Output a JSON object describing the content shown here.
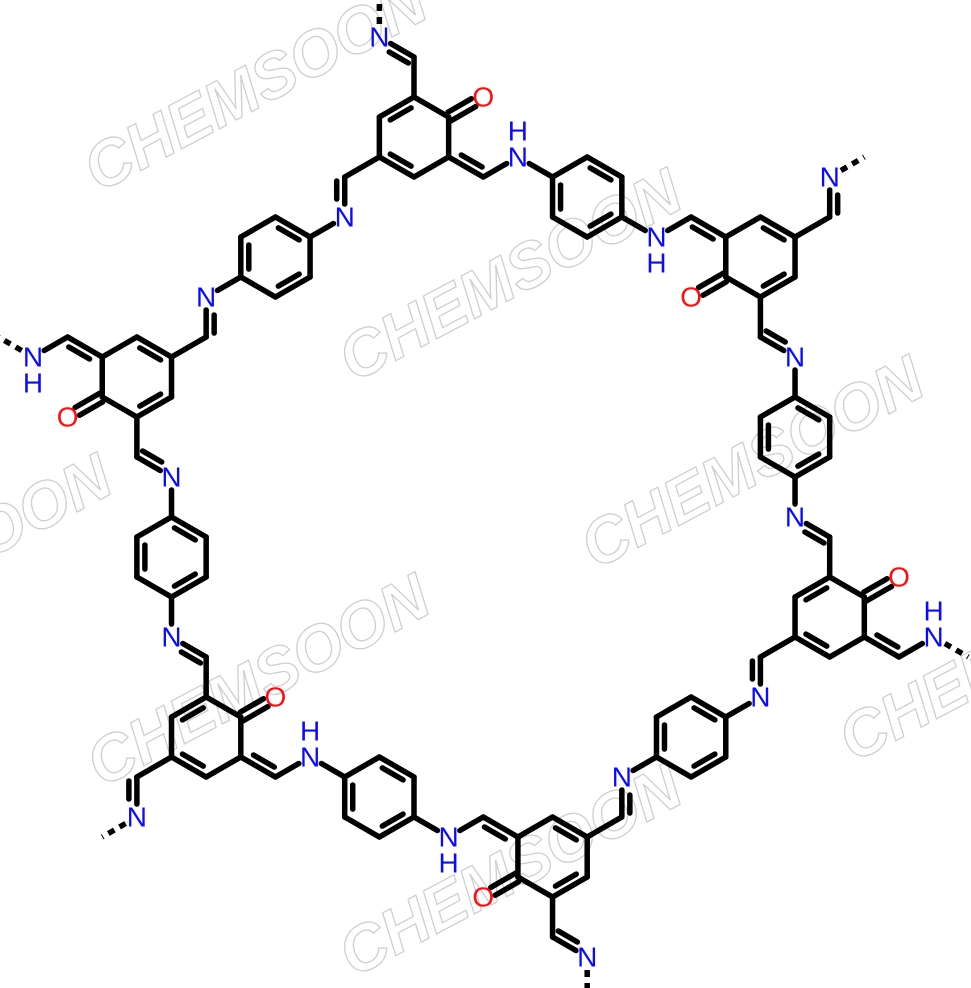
{
  "atoms": {
    "nitrogen": "N",
    "hydrogen": "H",
    "oxygen": "O"
  },
  "watermark": {
    "text": "CHEMSOON"
  },
  "colors": {
    "bond": "#000000",
    "nitrogen": "#0a0aff",
    "oxygen": "#ff0d0d",
    "watermark": "#cfcfcf"
  }
}
